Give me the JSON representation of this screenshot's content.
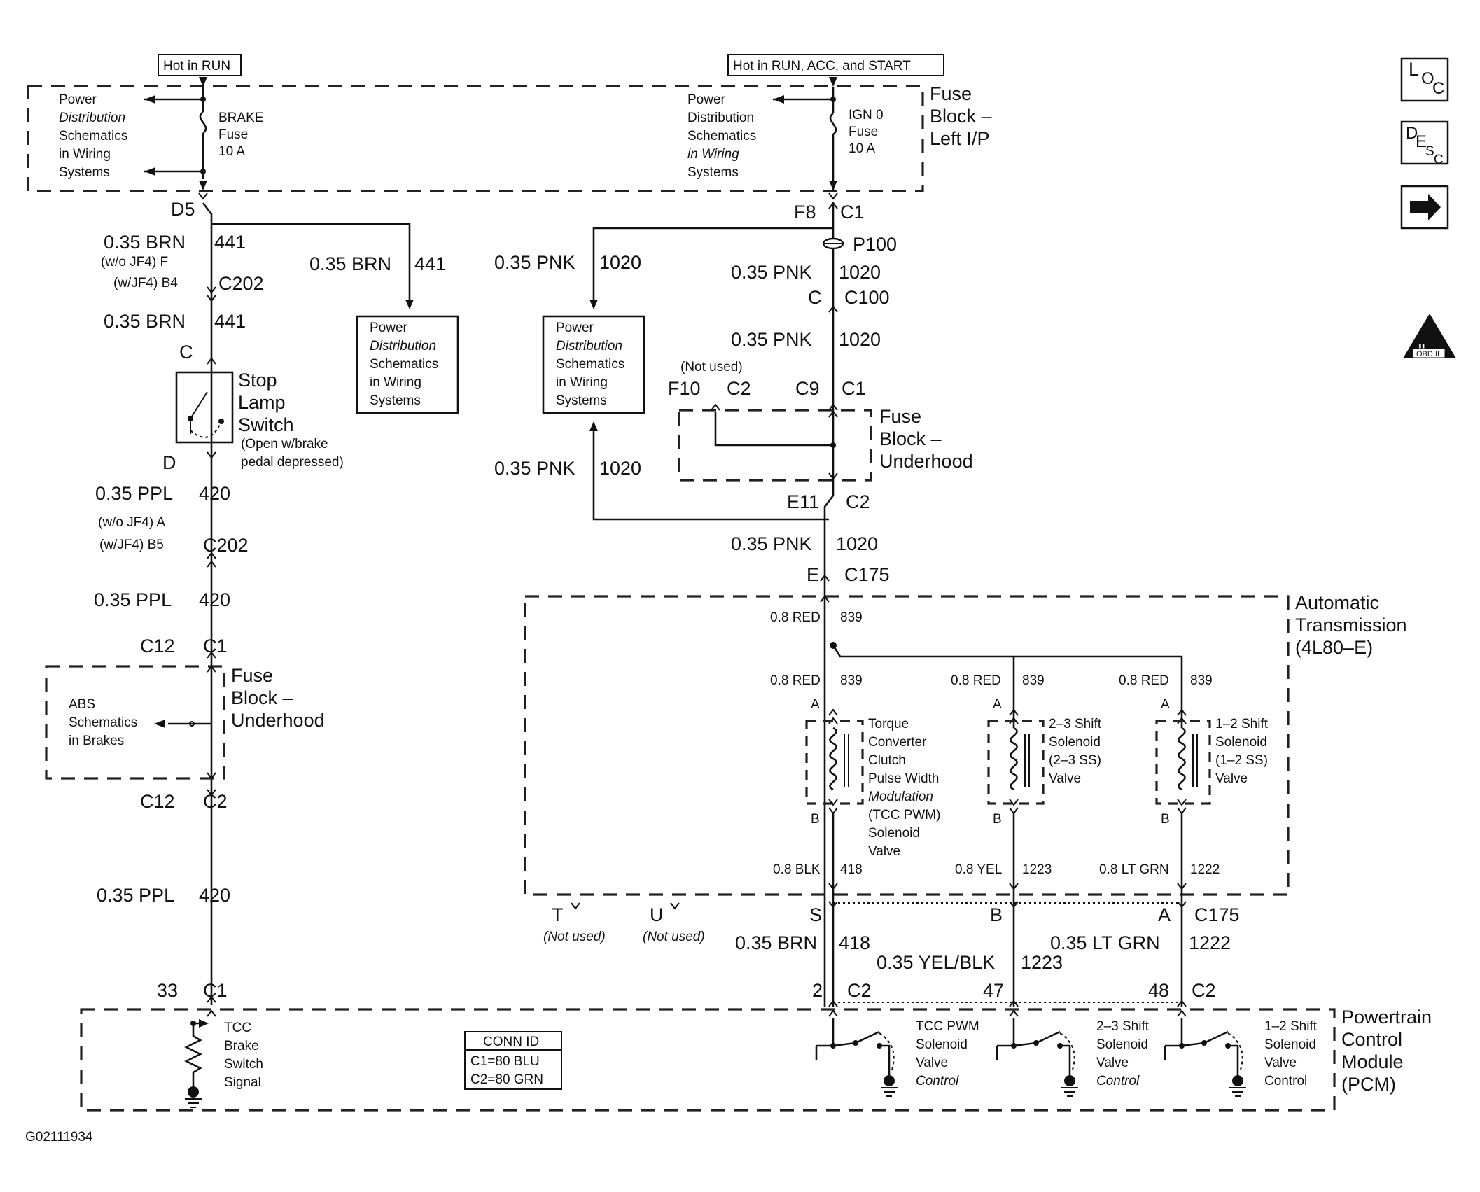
{
  "headers": {
    "hot_run": "Hot in RUN",
    "hot_run_acc_start": "Hot in RUN, ACC, and START"
  },
  "side_icons": [
    "loc-icon",
    "desc-icon",
    "next-arrow-icon",
    "obd2-icon"
  ],
  "side_icon_text": {
    "loc_l": "L",
    "loc_o": "O",
    "loc_c": "C",
    "desc_d": "D",
    "desc_e": "E",
    "desc_s": "S",
    "desc_c": "C",
    "obd": "OBD II"
  },
  "fuse_block_lip": {
    "title": [
      "Fuse",
      "Block –",
      "Left I/P"
    ],
    "pds_left": [
      "Power",
      "Distribution",
      "Schematics",
      "in Wiring",
      "Systems"
    ],
    "pds_right": [
      "Power",
      "Distribution",
      "Schematics",
      "in Wiring",
      "Systems"
    ],
    "brake_fuse": [
      "BRAKE",
      "Fuse",
      "10 A"
    ],
    "ign_fuse": [
      "IGN 0",
      "Fuse",
      "10 A"
    ]
  },
  "left_circuit": {
    "d5": "D5",
    "w1_gauge": "0.35 BRN",
    "w1_num": "441",
    "w_o_jf4_f": "(w/o JF4) F",
    "w_jf4_b4": "(w/JF4) B4",
    "c202_a": "C202",
    "w2_gauge": "0.35 BRN",
    "w2_num": "441",
    "c": "C",
    "stop_lamp": [
      "Stop",
      "Lamp",
      "Switch"
    ],
    "stop_lamp_note": [
      "(Open w/brake",
      "pedal depressed)"
    ],
    "d": "D",
    "w3_gauge": "0.35 PPL",
    "w3_num": "420",
    "w_o_jf4_a": "(w/o JF4) A",
    "w_jf4_b5": "(w/JF4) B5",
    "c202_b": "C202",
    "w4_gauge": "0.35 PPL",
    "w4_num": "420",
    "c12_top": "C12",
    "c1_top": "C1",
    "abs": [
      "ABS",
      "Schematics",
      "in Brakes"
    ],
    "fb_under": [
      "Fuse",
      "Block –",
      "Underhood"
    ],
    "c12_bot": "C12",
    "c2_bot": "C2",
    "w5_gauge": "0.35 PPL",
    "w5_num": "420",
    "pin33": "33",
    "c1_pcm": "C1"
  },
  "branch_brn": {
    "gauge": "0.35 BRN",
    "num": "441",
    "pds": [
      "Power",
      "Distribution",
      "Schematics",
      "in Wiring",
      "Systems"
    ]
  },
  "center_circuit": {
    "f8": "F8",
    "c1": "C1",
    "p100": "P100",
    "w1_gauge": "0.35 PNK",
    "w1_num": "1020",
    "c_pin": "C",
    "c100": "C100",
    "w2_gauge": "0.35 PNK",
    "w2_num": "1020",
    "not_used": "(Not used)",
    "f10": "F10",
    "c2_a": "C2",
    "c9": "C9",
    "c1_b": "C1",
    "fb_under": [
      "Fuse",
      "Block –",
      "Underhood"
    ],
    "e11": "E11",
    "c2_b": "C2",
    "w3_gauge": "0.35 PNK",
    "w3_num": "1020",
    "e_pin": "E",
    "c175": "C175",
    "pnk_top_gauge": "0.35 PNK",
    "pnk_top_num": "1020",
    "pnk_bot_gauge": "0.35 PNK",
    "pnk_bot_num": "1020",
    "pds": [
      "Power",
      "Distribution",
      "Schematics",
      "in Wiring",
      "Systems"
    ]
  },
  "transmission": {
    "title": [
      "Automatic",
      "Transmission",
      "(4L80–E)"
    ],
    "red_main": "0.8 RED",
    "red_main_num": "839",
    "sol1": {
      "wire": "0.8 RED",
      "num": "839",
      "a": "A",
      "b": "B",
      "label": [
        "Torque",
        "Converter",
        "Clutch",
        "Pulse Width",
        "Modulation",
        "(TCC PWM)",
        "Solenoid",
        "Valve"
      ],
      "out_gauge": "0.8 BLK",
      "out_num": "418"
    },
    "sol2": {
      "wire": "0.8 RED",
      "num": "839",
      "a": "A",
      "b": "B",
      "label": [
        "2–3 Shift",
        "Solenoid",
        "(2–3 SS)",
        "Valve"
      ],
      "out_gauge": "0.8 YEL",
      "out_num": "1223"
    },
    "sol3": {
      "wire": "0.8 RED",
      "num": "839",
      "a": "A",
      "b": "B",
      "label": [
        "1–2 Shift",
        "Solenoid",
        "(1–2 SS)",
        "Valve"
      ],
      "out_gauge": "0.8 LT GRN",
      "out_num": "1222"
    }
  },
  "c175_row": {
    "t": "T",
    "u": "U",
    "t_note": "(Not used)",
    "u_note": "(Not used)",
    "s": "S",
    "b": "B",
    "a": "A",
    "c175": "C175",
    "brn_gauge": "0.35 BRN",
    "brn_num": "418",
    "yel_gauge": "0.35 YEL/BLK",
    "yel_num": "1223",
    "grn_gauge": "0.35 LT GRN",
    "grn_num": "1222",
    "p2": "2",
    "c2a": "C2",
    "p47": "47",
    "p48": "48",
    "c2b": "C2"
  },
  "pcm": {
    "title": [
      "Powertrain",
      "Control",
      "Module",
      "(PCM)"
    ],
    "tcc_brake": [
      "TCC",
      "Brake",
      "Switch",
      "Signal"
    ],
    "conn_id": "CONN ID",
    "c1": "C1=80 BLU",
    "c2": "C2=80 GRN",
    "tcc_pwm": [
      "TCC PWM",
      "Solenoid",
      "Valve",
      "Control"
    ],
    "ss23": [
      "2–3 Shift",
      "Solenoid",
      "Valve",
      "Control"
    ],
    "ss12": [
      "1–2 Shift",
      "Solenoid",
      "Valve",
      "Control"
    ]
  },
  "figure_id": "G02111934"
}
